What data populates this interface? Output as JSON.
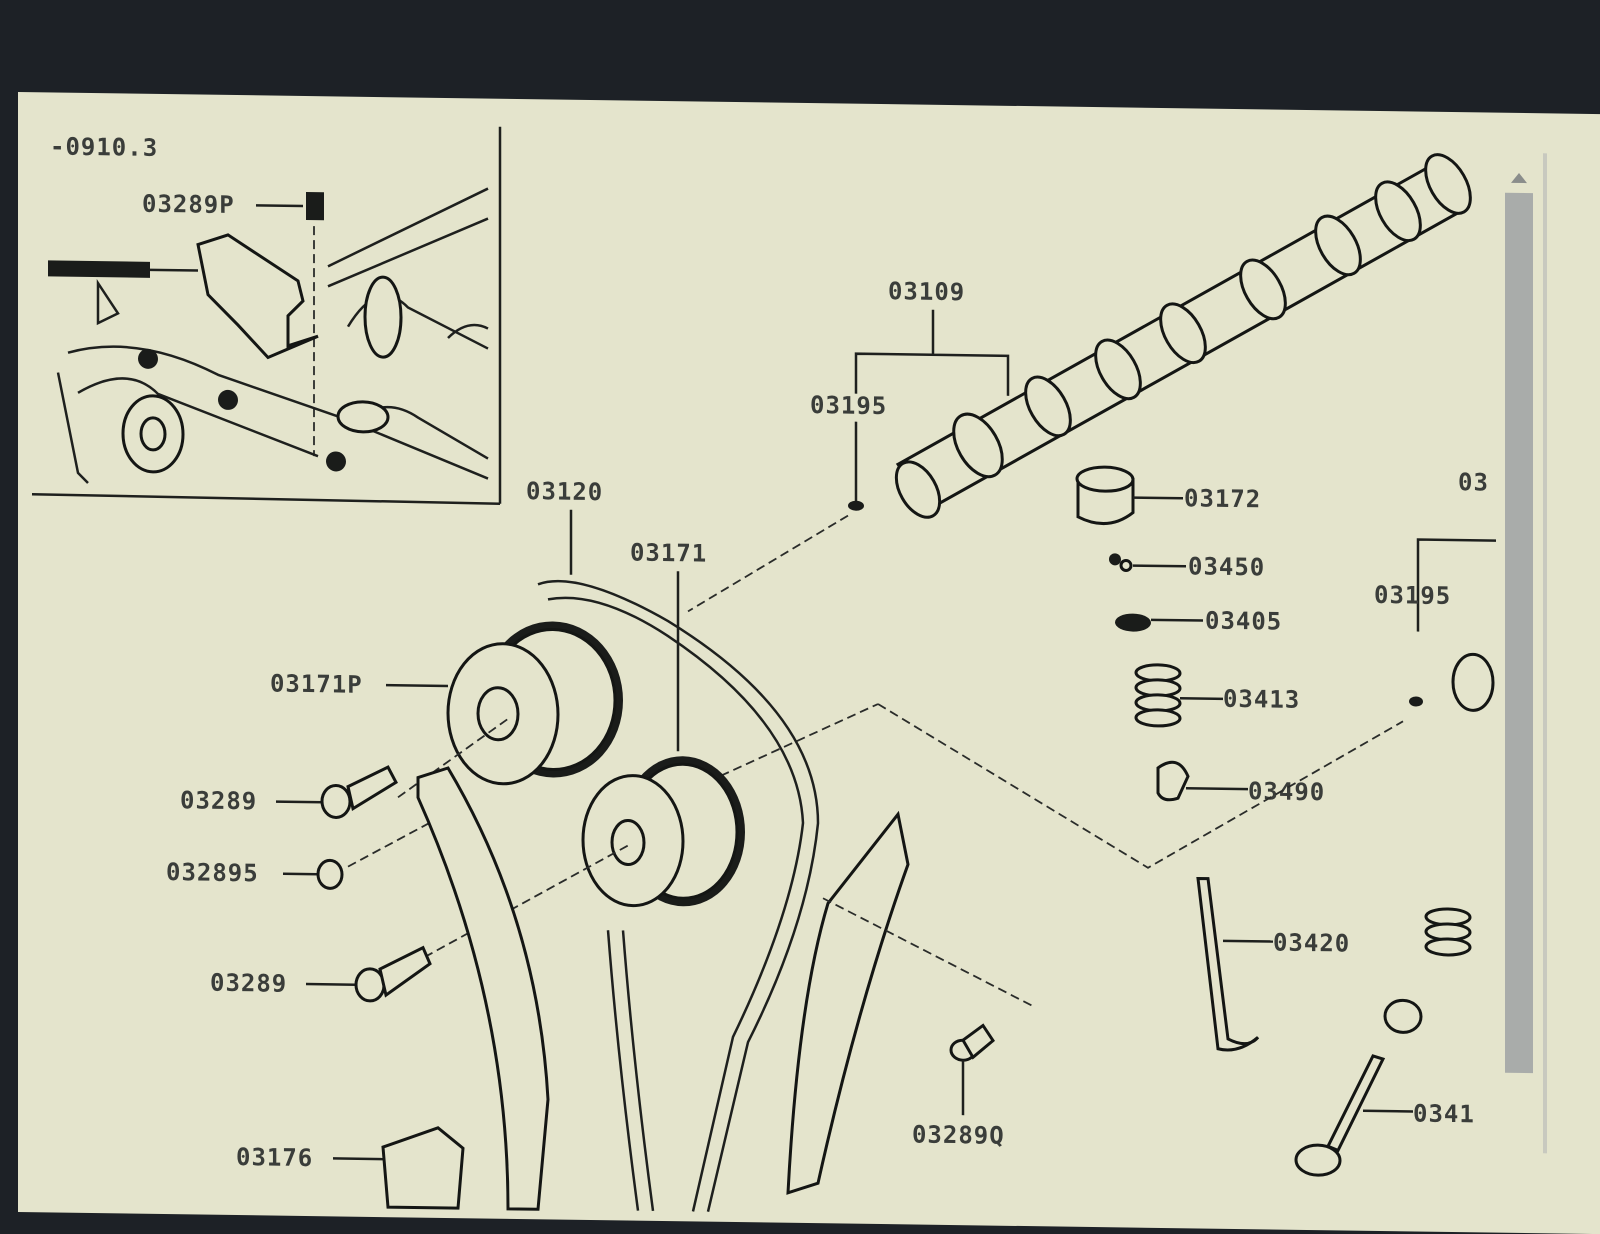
{
  "diagram": {
    "inset": {
      "date_code": "-0910.3",
      "part_03289P": "03289P"
    },
    "labels": {
      "camshaft": "03109",
      "pin_left": "03195",
      "pin_right": "03195",
      "tappet": "03172",
      "cotter": "03450",
      "seal": "03405",
      "spring": "03413",
      "seat": "03490",
      "sprocket_top": "03120",
      "sprocket_bottom": "03171",
      "sprocket_top_p": "03171P",
      "bolt_1": "03289",
      "washer": "032895",
      "bolt_2": "03289",
      "tensioner": "03176",
      "plug": "03289Q",
      "valve": "03420",
      "valve_2": "0341",
      "cut_right": "03"
    }
  },
  "scrollbar": {
    "arrow": "up-arrow-icon"
  }
}
